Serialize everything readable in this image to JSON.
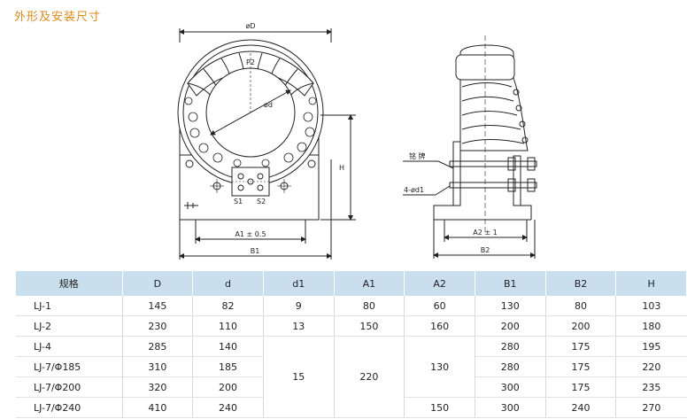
{
  "page": {
    "title": "外形及安装尺寸"
  },
  "drawing": {
    "front": {
      "dim_D": "øD",
      "label_P2": "P2",
      "dim_d": "ød",
      "label_S1": "S1",
      "label_S2": "S2",
      "dim_H": "H",
      "dim_A1": "A1 ± 0.5",
      "dim_B1": "B1"
    },
    "side": {
      "label_nameplate": "铭  牌",
      "label_holes": "4-ød1",
      "dim_A2": "A2 ± 1",
      "dim_B2": "B2"
    }
  },
  "table": {
    "headers": [
      "规格",
      "D",
      "d",
      "d1",
      "A1",
      "A2",
      "B1",
      "B2",
      "H"
    ],
    "rows": [
      [
        "LJ-1",
        "145",
        "82",
        "9",
        "80",
        "60",
        "130",
        "80",
        "103"
      ],
      [
        "LJ-2",
        "230",
        "110",
        "13",
        "150",
        "160",
        "200",
        "200",
        "180"
      ],
      [
        "LJ-4",
        "285",
        "140",
        "",
        "",
        "",
        "280",
        "175",
        "195"
      ],
      [
        "LJ-7/Φ185",
        "310",
        "185",
        "15",
        "220",
        "130",
        "280",
        "175",
        "220"
      ],
      [
        "LJ-7/Φ200",
        "320",
        "200",
        "",
        "",
        "",
        "300",
        "175",
        "235"
      ],
      [
        "LJ-7/Φ240",
        "410",
        "240",
        "",
        "",
        "150",
        "300",
        "240",
        "270"
      ]
    ]
  }
}
